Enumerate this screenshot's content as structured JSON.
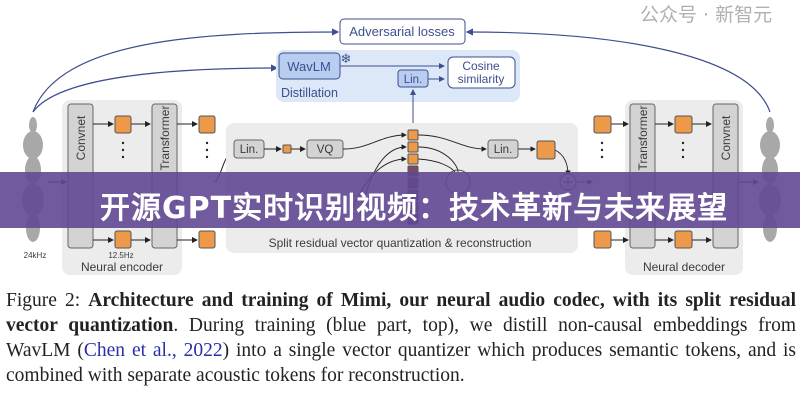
{
  "diagram": {
    "adversarial_losses": "Adversarial losses",
    "wavlm": "WavLM",
    "distillation": "Distillation",
    "lin": "Lin.",
    "cosine_line1": "Cosine",
    "cosine_line2": "similarity",
    "vq": "VQ",
    "convnet": "Convnet",
    "transformer": "Transformer",
    "sample_rate": "24kHz",
    "frame_rate": "12.5Hz",
    "neural_encoder": "Neural encoder",
    "neural_decoder": "Neural decoder",
    "split_rvq": "Split residual vector quantization & reconstruction",
    "snowflake_icon": "snowflake-icon",
    "colors": {
      "orange": "#ec9a4a",
      "plum": "#7b4a68",
      "blue_panel": "#dce7f7",
      "gray_panel": "#ececec",
      "arrow": "#3d4f8f"
    }
  },
  "banner": {
    "title": "开源GPT实时识别视频：技术革新与未来展望",
    "color": "#624894"
  },
  "caption": {
    "label": "Figure 2:",
    "bold": "Architecture and training of Mimi, our neural audio codec, with its split residual vector quantization",
    "text1": ". During training (blue part, top), we distill non-causal embeddings from WavLM (",
    "cite": "Chen et al., 2022",
    "text2": ") into a single vector quantizer which produces semantic tokens, and is combined with separate acoustic tokens for reconstruction."
  },
  "watermark": "公众号 · 新智元"
}
